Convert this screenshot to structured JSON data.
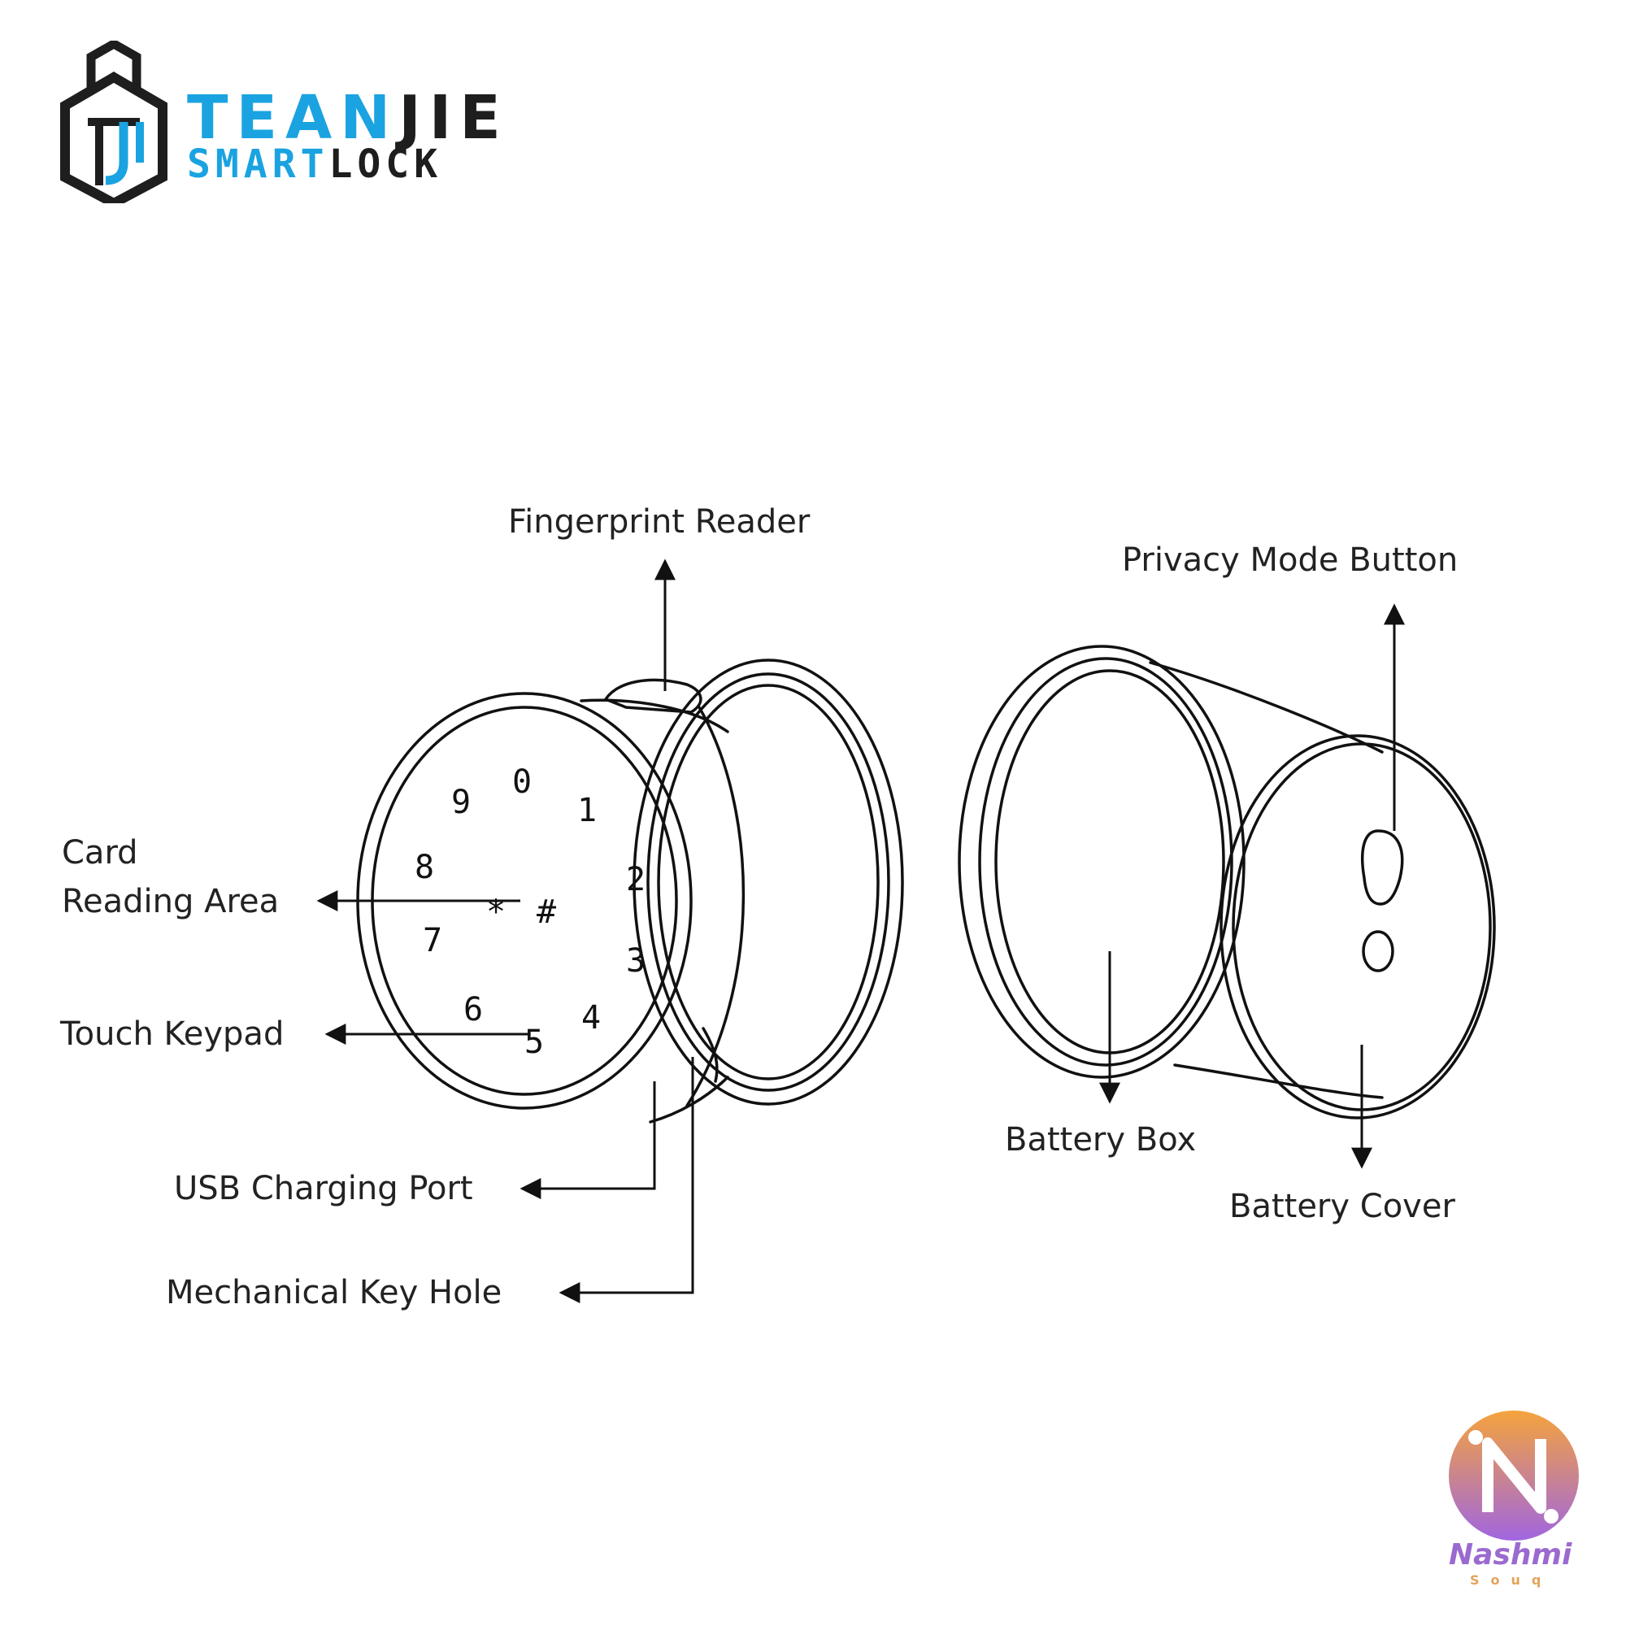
{
  "brand": {
    "name_part1": "TEAN",
    "name_part2": "JIE",
    "sub_part1": "SMART",
    "sub_part2": "LOCK",
    "colors": {
      "blue": "#1aa3e0",
      "dark": "#1e1e1e"
    }
  },
  "labels": {
    "fingerprint_reader": "Fingerprint Reader",
    "privacy_mode_button": "Privacy Mode Button",
    "card_reading_area_line1": "Card",
    "card_reading_area_line2": "Reading Area",
    "touch_keypad": "Touch Keypad",
    "usb_charging_port": "USB Charging Port",
    "mechanical_key_hole": "Mechanical Key Hole",
    "battery_box": "Battery Box",
    "battery_cover": "Battery Cover"
  },
  "keypad": {
    "keys": [
      "0",
      "1",
      "2",
      "3",
      "4",
      "5",
      "6",
      "7",
      "8",
      "9",
      "*",
      "#"
    ]
  },
  "watermark": {
    "name": "Nashmi",
    "sub": "Souq",
    "colors": {
      "top": "#f5a33c",
      "bottom": "#a066e0"
    }
  }
}
